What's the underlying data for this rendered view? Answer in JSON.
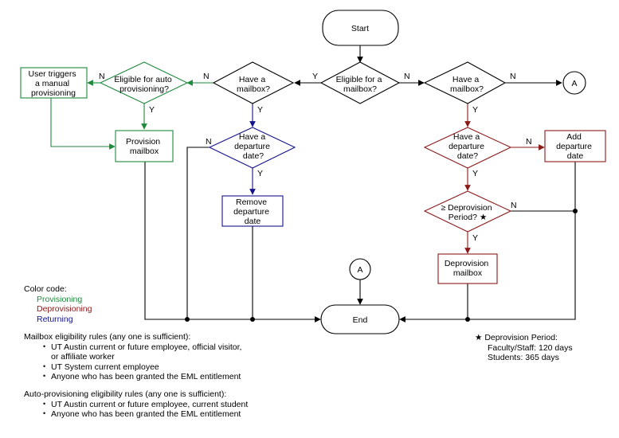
{
  "colors": {
    "provisioning": "#1e8a3c",
    "deprovisioning": "#8b1a1a",
    "returning": "#13138c",
    "neutral": "#000000"
  },
  "nodes": {
    "start": "Start",
    "end": "End",
    "eligible_mailbox": [
      "Eligible for a",
      "mailbox?"
    ],
    "have_mailbox_left": [
      "Have a",
      "mailbox?"
    ],
    "eligible_auto": [
      "Eligible for auto",
      "provisioning?"
    ],
    "user_triggers": [
      "User triggers",
      "a manual",
      "provisioning"
    ],
    "provision_mailbox": [
      "Provision",
      "mailbox"
    ],
    "have_departure_left": [
      "Have a",
      "departure",
      "date?"
    ],
    "remove_departure": [
      "Remove",
      "departure",
      "date"
    ],
    "have_mailbox_right": [
      "Have a",
      "mailbox?"
    ],
    "connector_a_top": "A",
    "connector_a_bottom": "A",
    "have_departure_right": [
      "Have a",
      "departure",
      "date?"
    ],
    "add_departure": [
      "Add",
      "departure",
      "date"
    ],
    "deprovision_period": [
      "≥ Deprovision",
      "Period? ★"
    ],
    "deprovision_mailbox": [
      "Deprovision",
      "mailbox"
    ]
  },
  "edge_labels": {
    "yes": "Y",
    "no": "N"
  },
  "legend": {
    "title": "Color code:",
    "items": [
      {
        "label": "Provisioning",
        "color": "#1e8a3c"
      },
      {
        "label": "Deprovisioning",
        "color": "#8b1a1a"
      },
      {
        "label": "Returning",
        "color": "#13138c"
      }
    ]
  },
  "mailbox_rules": {
    "title": "Mailbox eligibility rules (any one is sufficient):",
    "items": [
      [
        "UT Austin current or future employee, official visitor,",
        "or affiliate worker"
      ],
      [
        "UT System current employee"
      ],
      [
        "Anyone who has been granted the EML entitlement"
      ]
    ]
  },
  "auto_rules": {
    "title": "Auto-provisioning eligibility rules (any one is sufficient):",
    "items": [
      [
        "UT Austin current or future employee, current student"
      ],
      [
        "Anyone who has been granted the EML entitlement"
      ]
    ]
  },
  "footnote": {
    "title": "★ Deprovision Period:",
    "lines": [
      "Faculty/Staff: 120 days",
      "Students: 365 days"
    ]
  }
}
